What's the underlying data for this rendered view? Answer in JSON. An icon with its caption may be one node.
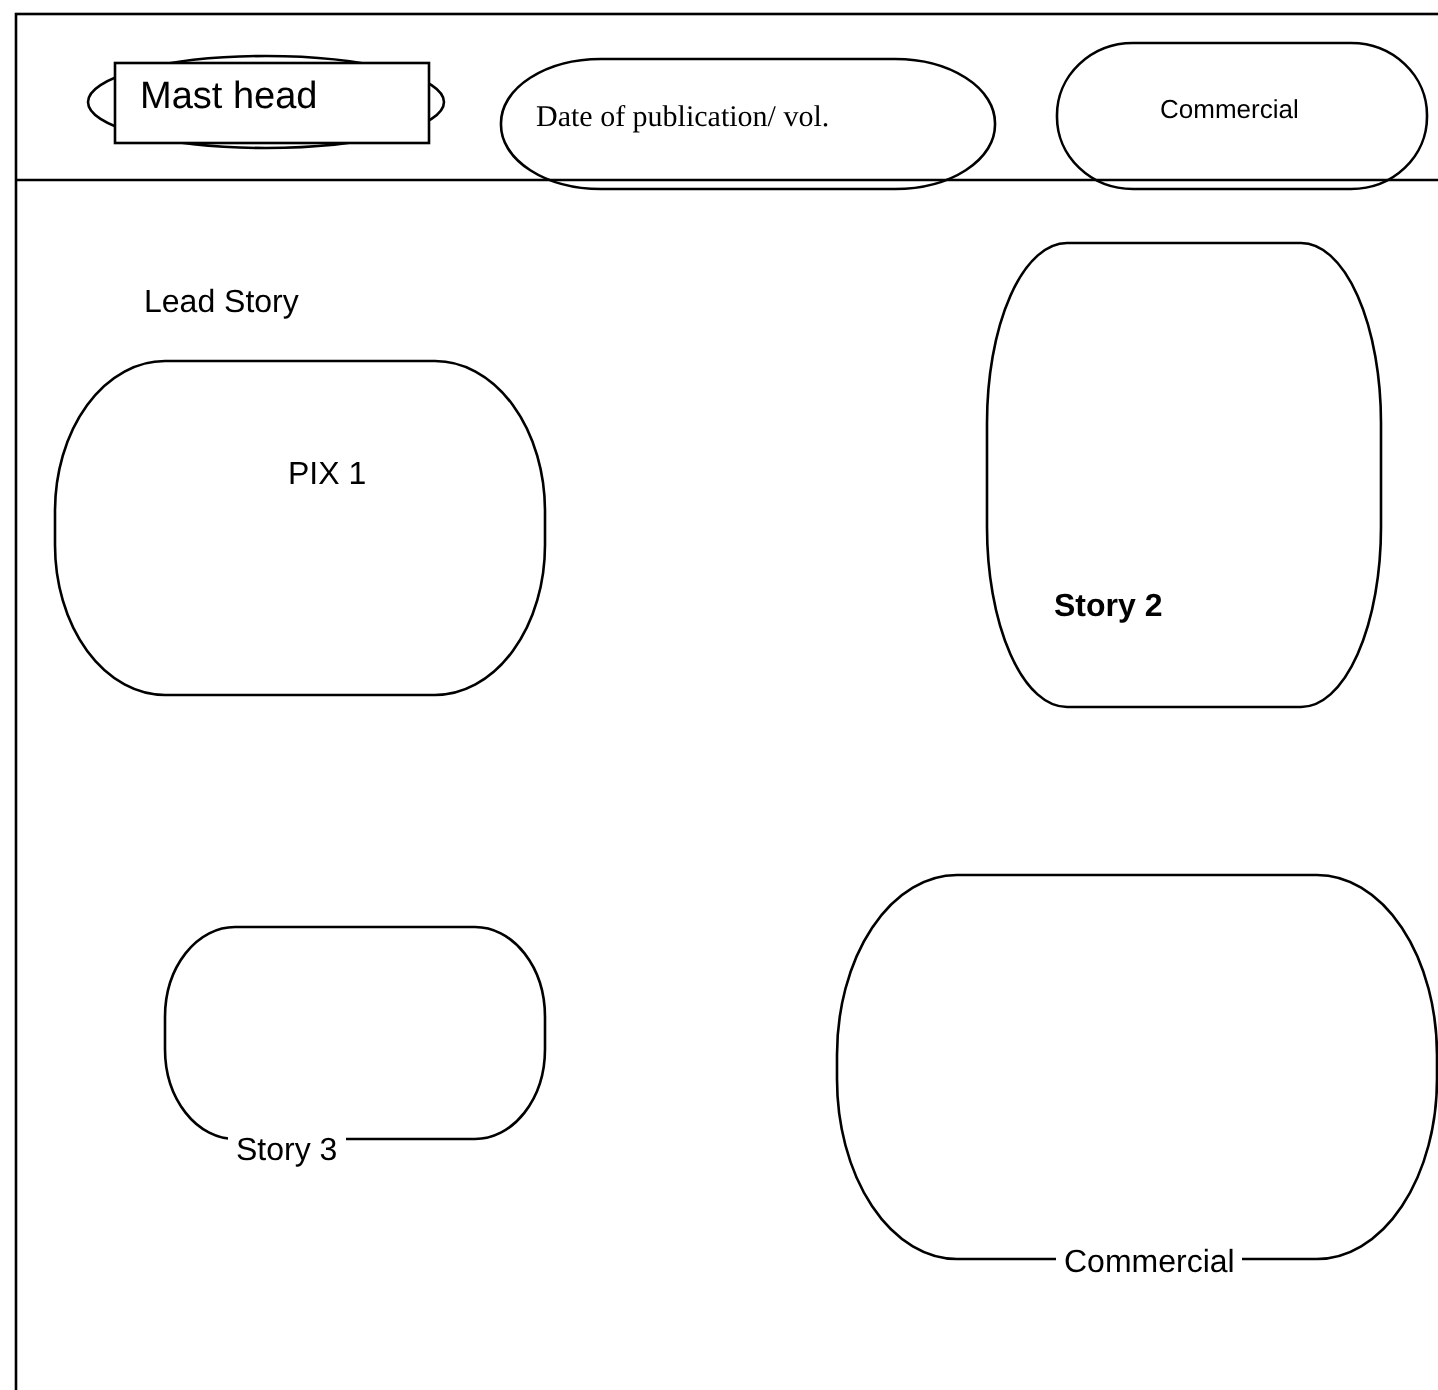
{
  "diagram": {
    "nodes": [
      {
        "text": [
          "Mast head"
        ]
      },
      {
        "text": [
          "Date of publication/ vol."
        ]
      },
      {
        "text": [
          "Commercial"
        ]
      },
      {
        "text": [
          "Lead Story",
          "PIX 1"
        ]
      },
      {
        "text": [
          "Story 2"
        ]
      },
      {
        "text": [
          "Story 3"
        ]
      },
      {
        "text": [
          "Commercial"
        ]
      }
    ],
    "edges": []
  }
}
